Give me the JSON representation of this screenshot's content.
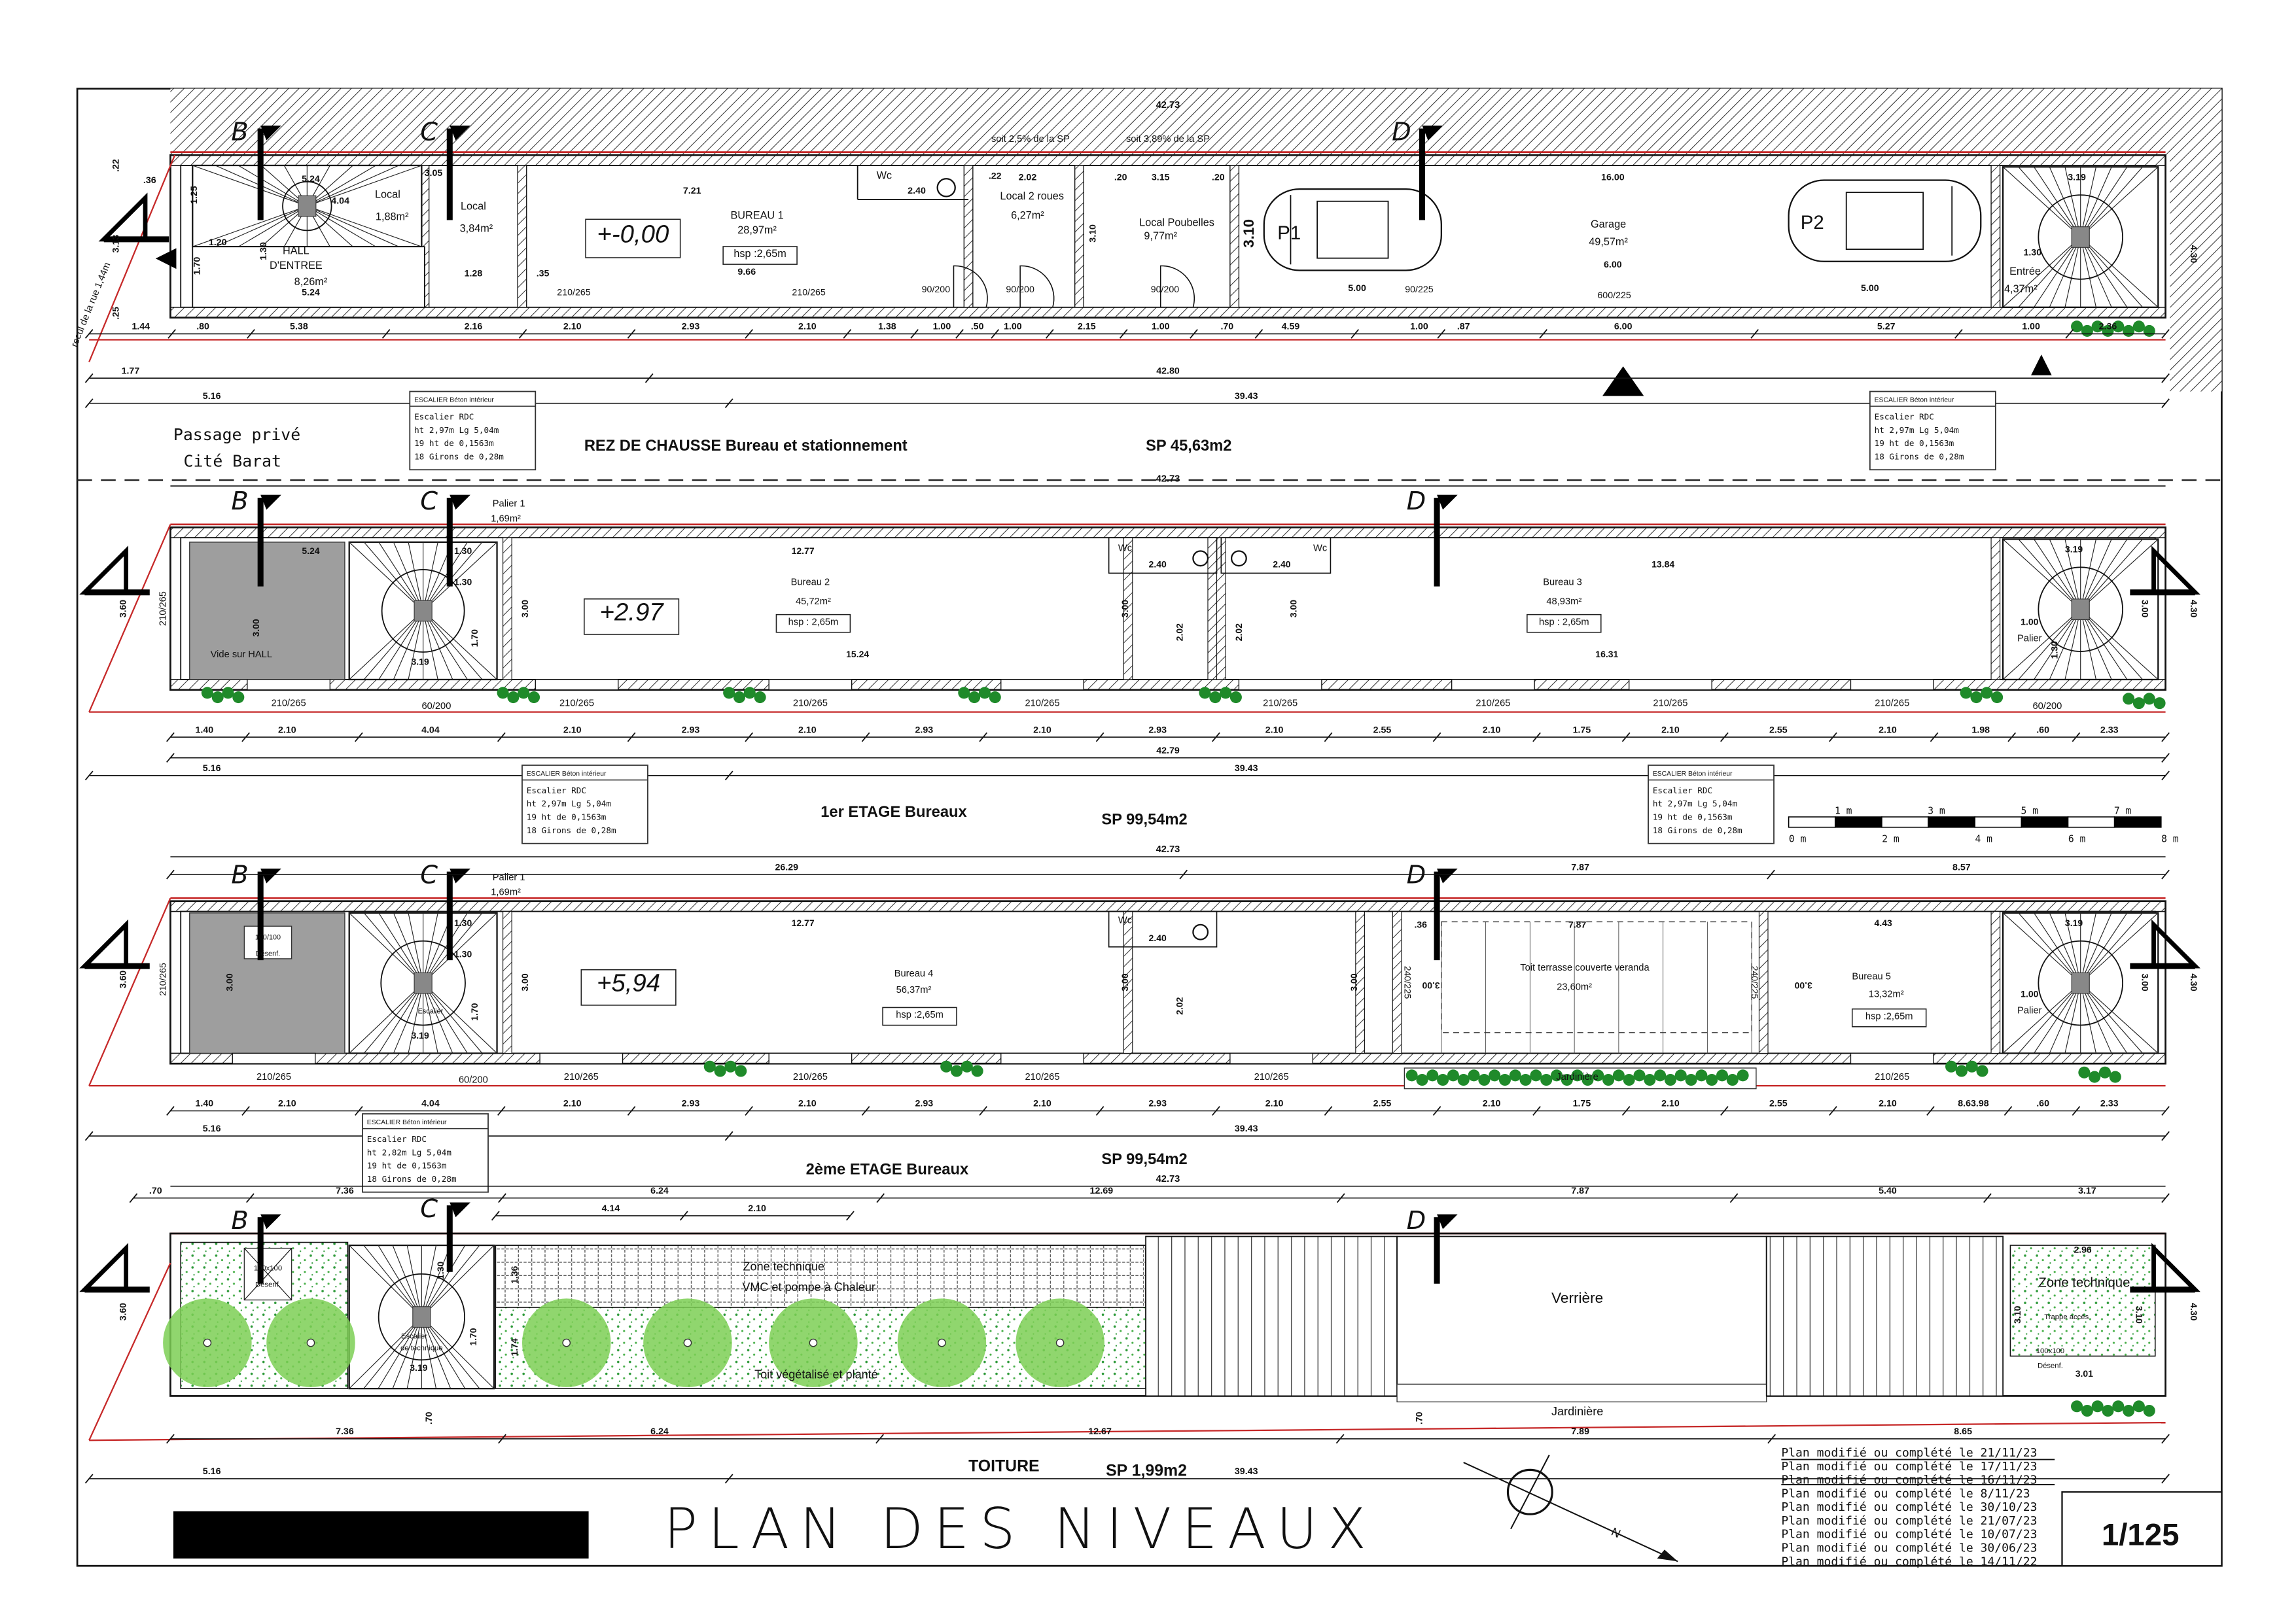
{
  "sheet": {
    "title": "PLAN DES NIVEAUX",
    "scale": "1/125",
    "north": "N",
    "revisions": [
      "Plan modifié ou complété le 21/11/23",
      "Plan modifié ou complété le 17/11/23",
      "Plan modifié ou complété le 16/11/23",
      "Plan modifié ou complété le 8/11/23",
      "Plan modifié ou complété le 30/10/23",
      "Plan modifié ou complété le 21/07/23",
      "Plan modifié ou complété le 10/07/23",
      "Plan modifié ou complété le 30/06/23",
      "Plan modifié ou complété le 14/11/22"
    ]
  },
  "site": {
    "passage": "Passage privé",
    "cite": "Cité Barat",
    "recul": "recul de la rue 1,44m",
    "sp_note_1": "soit 2,5% de la SP",
    "sp_note_2": "soit 3,89% de la SP"
  },
  "sections": [
    "B",
    "C",
    "D"
  ],
  "stair_box": {
    "header": "ESCALIER Béton intérieur",
    "name": "Escalier RDC",
    "line_height_rdc": "ht 2,97m Lg 5,04m",
    "line_height_2e": "ht 2,82m Lg 5,04m",
    "line_risers": "19 ht de 0,1563m",
    "line_treads": "18 Girons de 0,28m"
  },
  "scale_bar": {
    "top": [
      "1 m",
      "3 m",
      "5 m",
      "7 m"
    ],
    "bottom": [
      "0 m",
      "2 m",
      "4 m",
      "6 m",
      "8 m"
    ]
  },
  "colors": {
    "vegetation": "#7ccf55",
    "vegetation_dark": "#1f8a2a",
    "site_line": "#c62828",
    "void": "#9e9e9e"
  },
  "rdc": {
    "title": "REZ DE CHAUSSE  Bureau et stationnement",
    "sp": "SP 45,63m2",
    "top_dim": "42.73",
    "texts": [
      "HALL",
      "D'ENTREE",
      "8,26m²",
      "Local",
      "1,88m²",
      "Local",
      "3,84m²",
      "BUREAU 1",
      "28,97m²",
      "hsp :2,65m",
      "Wc",
      "Local 2 roues",
      "6,27m²",
      "Local Poubelles",
      "9,77m²",
      "Garage",
      "49,57m²",
      "P1",
      "P2",
      "Entrée",
      "4,37m²",
      "5.24",
      "4.04",
      "3.05",
      "1.20",
      "1.30",
      "1.70",
      "5.24",
      "1.28",
      ".35",
      "7.21",
      "9.66",
      "2.40",
      ".22",
      "2.02",
      ".20",
      "3.15",
      ".20",
      "3.10",
      "3.10",
      "16.00",
      "6.00",
      "5.00",
      "5.00",
      "3.19",
      "1.30",
      "4.30",
      ".36",
      ".22",
      "3.13",
      ".25",
      "1.25",
      "210/265",
      "210/265",
      "90/200",
      "90/200",
      "90/200",
      "90/225",
      "600/225",
      "+-0,00"
    ],
    "dims_row1": [
      "1.44",
      ".80",
      "5.38",
      "2.16",
      "2.10",
      "2.93",
      "2.10",
      "1.38",
      "1.00",
      ".50",
      "1.00",
      "2.15",
      "1.00",
      ".70",
      "4.59",
      "1.00",
      ".87",
      "6.00",
      "5.27",
      "1.00",
      "2.36"
    ],
    "dims_row2": [
      "1.77",
      "42.80"
    ],
    "dims_row3": [
      "5.16",
      "39.43"
    ]
  },
  "etage1": {
    "title": "1er ETAGE Bureaux",
    "sp": "SP 99,54m2",
    "top_dim": "42.73",
    "texts": [
      "Palier 1",
      "1,69m²",
      "5.24",
      "1.30",
      "1.30",
      "12.77",
      "13.84",
      "Bureau 2",
      "45,72m²",
      "hsp : 2,65m",
      "+2.97",
      "Wc",
      "Wc",
      "2.40",
      "2.40",
      "15.24",
      "Bureau 3",
      "48,93m²",
      "hsp : 2,65m",
      "16.31",
      "Vide sur HALL",
      "3.60",
      "210/265",
      "3.00",
      "3.00",
      "1.70",
      "3.19",
      "3.00",
      "2.02",
      "2.02",
      "3.00",
      "3.19",
      "Palier",
      "1.00",
      "1.30",
      "3.00",
      "4.30"
    ],
    "openings": [
      "210/265",
      "210/265",
      "210/265",
      "210/265",
      "210/265",
      "210/265",
      "210/265",
      "210/265",
      "60/200",
      "60/200"
    ],
    "dims_row1": [
      "1.40",
      "2.10",
      "4.04",
      "2.10",
      "2.93",
      "2.10",
      "2.93",
      "2.10",
      "2.93",
      "2.10",
      "2.55",
      "2.10",
      "1.75",
      "2.10",
      "2.55",
      "2.10",
      "1.98",
      ".60",
      "2.33"
    ],
    "dims_row2": [
      "42.79"
    ],
    "dims_row3": [
      "5.16",
      "39.43"
    ]
  },
  "etage2": {
    "title": "2ème ETAGE Bureaux",
    "sp": "SP 99,54m2",
    "top_dim": "42.73",
    "top_dims": [
      "26.29",
      "7.87",
      "8.57"
    ],
    "texts": [
      "Palier 1",
      "1,69m²",
      "100/100",
      "Désenf.",
      "1.30",
      "1.30",
      "12.77",
      "Bureau 4",
      "56,37m²",
      "hsp :2,65m",
      "+5,94",
      "Wc",
      "2.40",
      "3.00",
      "3.00",
      "2.02",
      "3.00",
      "1.70",
      "Escalier",
      "3.19",
      "3.60",
      "210/265",
      "3.00",
      ".36",
      "7.87",
      "Toit terrasse couverte veranda",
      "23,60m²",
      "240/225",
      "3.00",
      "240/225",
      "3.00",
      "4.43",
      "Bureau 5",
      "13,32m²",
      "hsp :2,65m",
      "3.19",
      "Palier",
      "1.00",
      "3.00",
      "4.30",
      "Jardinière"
    ],
    "openings": [
      "210/265",
      "210/265",
      "210/265",
      "210/265",
      "210/265",
      "210/265",
      "60/200"
    ],
    "dims_row1": [
      "1.40",
      "2.10",
      "4.04",
      "2.10",
      "2.93",
      "2.10",
      "2.93",
      "2.10",
      "2.93",
      "2.10",
      "2.55",
      "2.10",
      "1.75",
      "2.10",
      "2.55",
      "2.10",
      "8.63.98",
      ".60",
      "2.33"
    ],
    "dims_row3": [
      "5.16",
      "39.43"
    ]
  },
  "toiture": {
    "title": "TOITURE",
    "sp": "SP 1,99m2",
    "top_dim": "42.73",
    "texts": [
      "Zone technique",
      "VMC et pompe à Chaleur",
      "Toit végétalisé et planté",
      "Escalier",
      "de technique",
      "3.19",
      "1.36",
      "1.74",
      "1.30",
      "1.70",
      "100x100",
      "Désenf.",
      "Verrière",
      "Jardinière",
      "Zone technique",
      "Trappe accès",
      "2.96",
      "3.10",
      "3.10",
      "100x100",
      "Désenf.",
      "3.01",
      "3.60",
      "4.30",
      ".70",
      ".70"
    ],
    "dims_top": [
      ".70",
      "7.36",
      "6.24",
      "12.69",
      "7.87",
      "5.40",
      "3.17"
    ],
    "dims_top2": [
      "4.14",
      "2.10"
    ],
    "dims_row1": [
      "7.36",
      "6.24",
      "12.67",
      "7.89",
      "8.65"
    ],
    "dims_row3": [
      "5.16",
      "39.43"
    ]
  }
}
